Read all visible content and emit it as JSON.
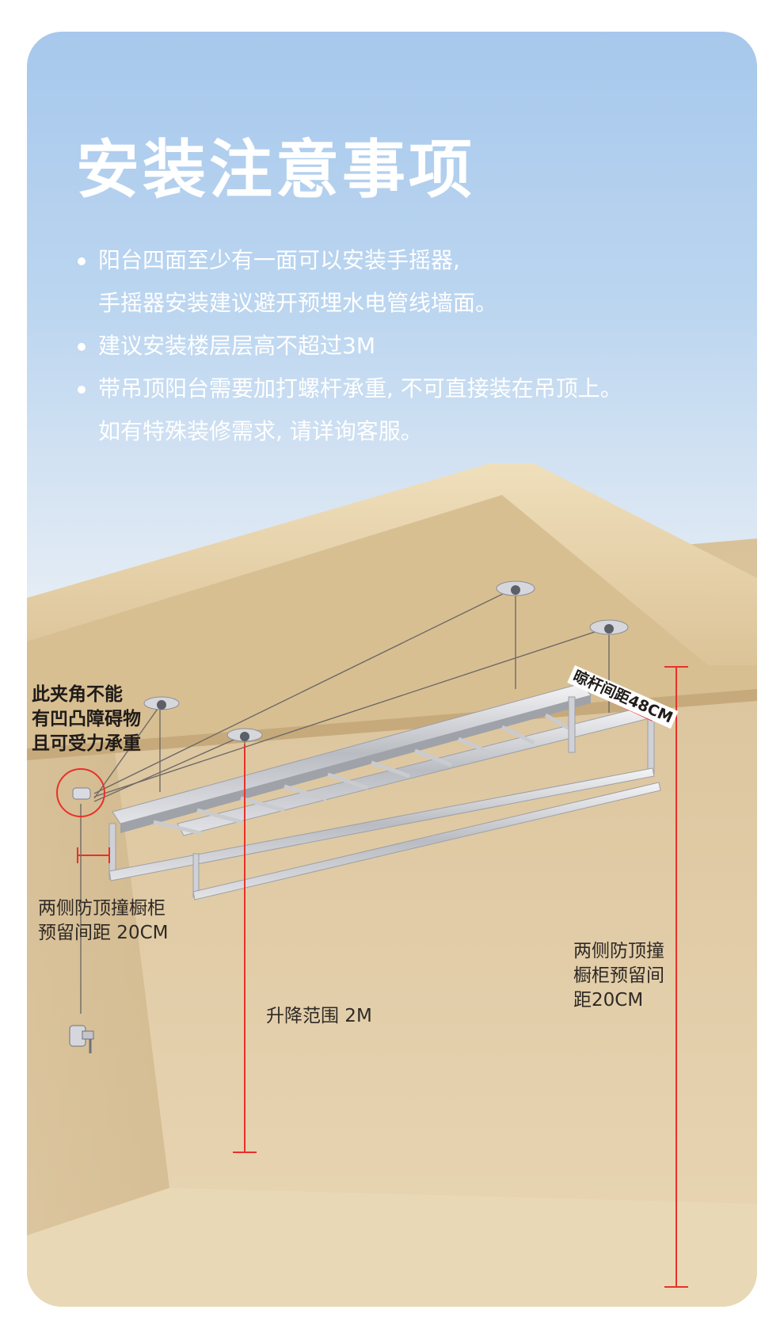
{
  "page": {
    "title": "安装注意事项",
    "bullets": [
      {
        "lines": [
          "阳台四面至少有一面可以安装手摇器,",
          "手摇器安装建议避开预埋水电管线墙面。"
        ]
      },
      {
        "lines": [
          "建议安装楼层层高不超过3M"
        ]
      },
      {
        "lines": [
          "带吊顶阳台需要加打螺杆承重, 不可直接装在吊顶上。",
          "如有特殊装修需求, 请详询客服。"
        ]
      }
    ]
  },
  "diagram": {
    "corner_note": "此夹角不能\n有凹凸障碍物\n且可受力承重",
    "left_clearance": "两侧防顶撞橱柜\n预留间距 20CM",
    "lift_range": "升降范围 2M",
    "right_clearance": "两侧防顶撞\n橱柜预留间\n距20CM",
    "rod_spacing": "晾杆间距48CM"
  },
  "colors": {
    "accent_red": "#e8312a",
    "ceiling": "#e4cfa4",
    "wall": "#dcc49c",
    "text_white": "#ffffff"
  }
}
